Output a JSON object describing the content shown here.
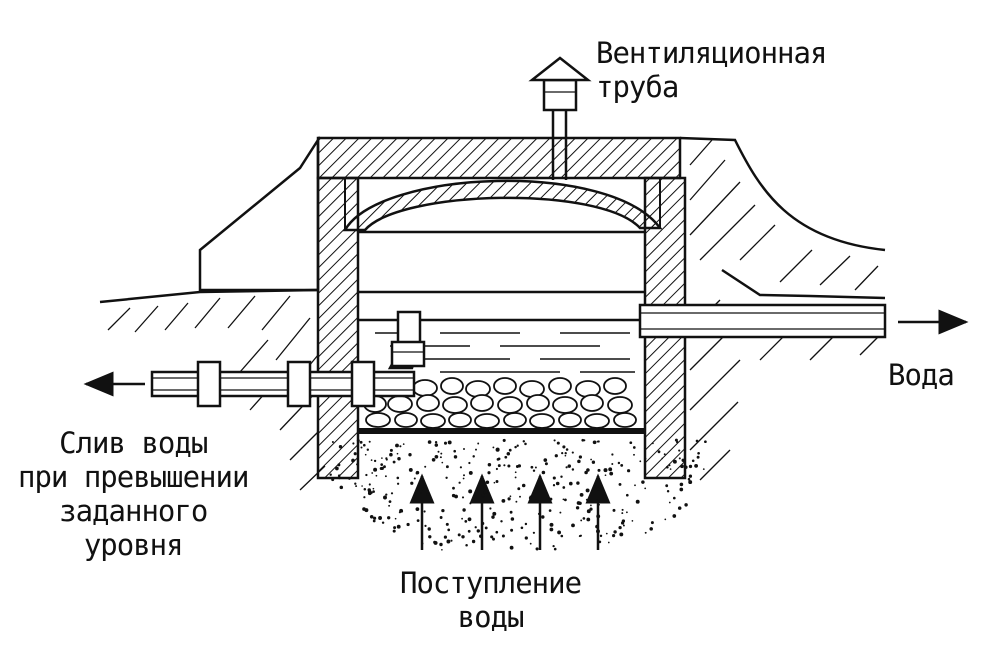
{
  "labels": {
    "vent_pipe": [
      "Вентиляционная",
      "труба"
    ],
    "water_out": "Вода",
    "overflow_drain": [
      "Слив воды",
      "при превышении",
      "заданного",
      "уровня"
    ],
    "water_inflow": [
      "Поступление",
      "воды"
    ]
  },
  "colors": {
    "ink": "#111111",
    "background": "#ffffff"
  }
}
